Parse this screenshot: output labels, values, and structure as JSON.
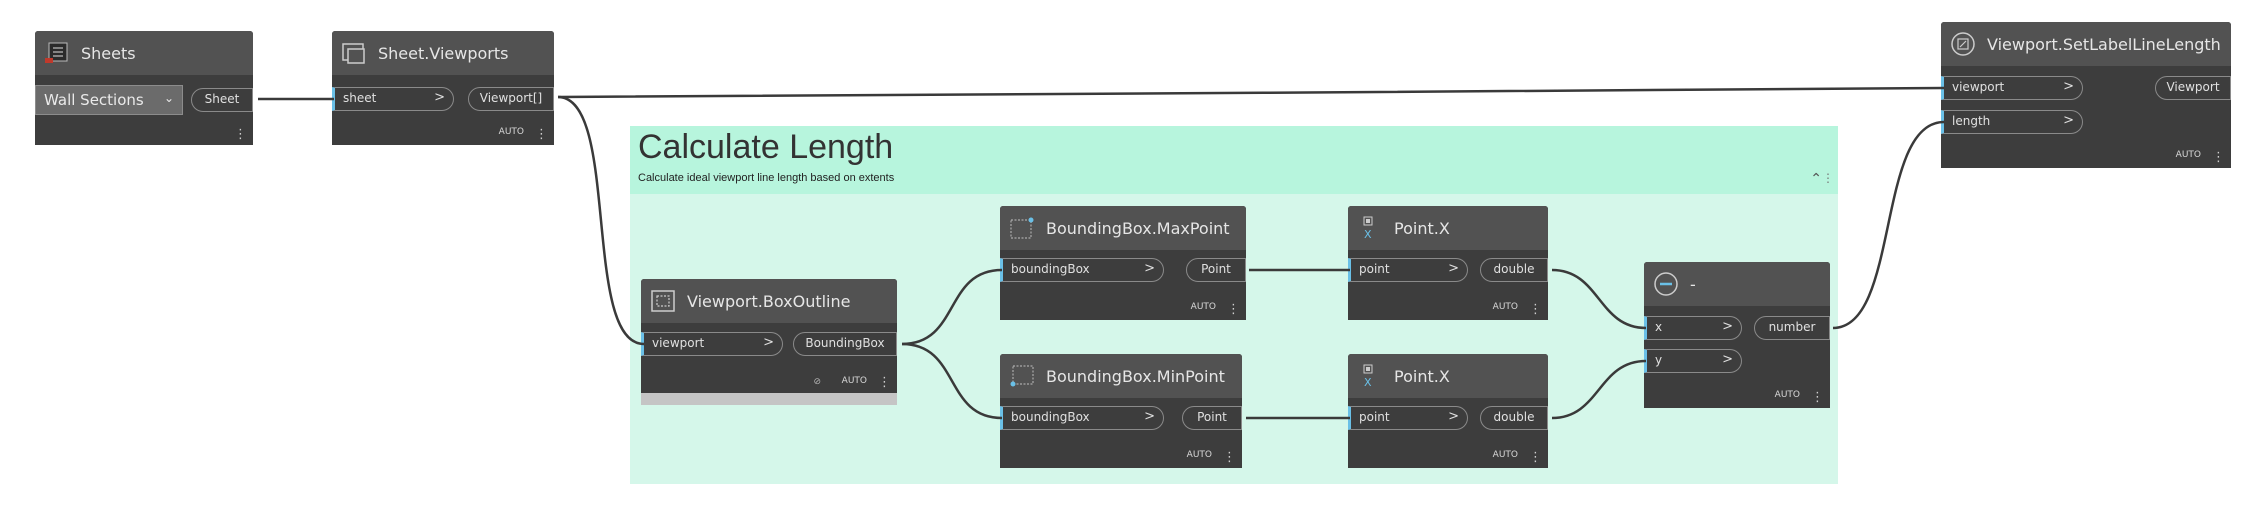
{
  "colors": {
    "canvas": "#ffffff",
    "group_body": "#d5f7ea",
    "group_header": "#b7f5dd",
    "node_body": "#3d3d3d",
    "node_header": "#525252",
    "input_port_marker": "#6ac0e7",
    "wire": "#3a3a3a"
  },
  "group": {
    "title": "Calculate Length",
    "description": "Calculate ideal viewport line length based on extents",
    "collapse_icon": "chevron-up-icon"
  },
  "nodes": {
    "sheets": {
      "title": "Sheets",
      "icon": "sheets-icon",
      "dropdown_value": "Wall Sections",
      "output": "Sheet"
    },
    "sheet_viewports": {
      "title": "Sheet.Viewports",
      "icon": "viewports-icon",
      "input": "sheet",
      "output": "Viewport[]",
      "lacing": "AUTO"
    },
    "box_outline": {
      "title": "Viewport.BoxOutline",
      "icon": "box-outline-icon",
      "input": "viewport",
      "output": "BoundingBox",
      "lacing": "AUTO"
    },
    "max_point": {
      "title": "BoundingBox.MaxPoint",
      "icon": "bounding-box-icon",
      "input": "boundingBox",
      "output": "Point",
      "lacing": "AUTO"
    },
    "min_point": {
      "title": "BoundingBox.MinPoint",
      "icon": "bounding-box-icon",
      "input": "boundingBox",
      "output": "Point",
      "lacing": "AUTO"
    },
    "point_x_top": {
      "title": "Point.X",
      "icon": "point-x-icon",
      "input": "point",
      "output": "double",
      "lacing": "AUTO"
    },
    "point_x_bottom": {
      "title": "Point.X",
      "icon": "point-x-icon",
      "input": "point",
      "output": "double",
      "lacing": "AUTO"
    },
    "subtract": {
      "title": "-",
      "icon": "minus-icon",
      "input_x": "x",
      "input_y": "y",
      "output": "number",
      "lacing": "AUTO"
    },
    "set_label_line_length": {
      "title": "Viewport.SetLabelLineLength",
      "icon": "set-label-icon",
      "input_viewport": "viewport",
      "input_length": "length",
      "output": "Viewport",
      "lacing": "AUTO"
    }
  },
  "input_chevron": ">",
  "dropdown_caret": "⌄",
  "more_icon": "⋮"
}
